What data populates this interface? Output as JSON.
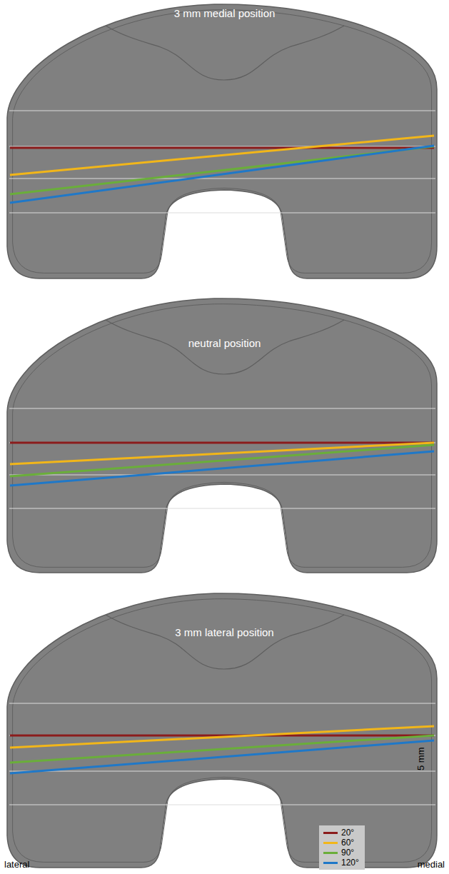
{
  "diagram": {
    "nodes": [
      {
        "text": [
          "3 mm medial position"
        ]
      },
      {
        "text": [
          "neutral position"
        ]
      },
      {
        "text": [
          "3 mm lateral position"
        ]
      }
    ],
    "labels": [
      "5 mm",
      "lateral",
      "medial"
    ],
    "legend": [
      {
        "text": "20°",
        "color": "#8b1c1c"
      },
      {
        "text": "60°",
        "color": "#f2b619"
      },
      {
        "text": "90°",
        "color": "#6aae3a"
      },
      {
        "text": "120°",
        "color": "#1f78c8"
      }
    ]
  }
}
